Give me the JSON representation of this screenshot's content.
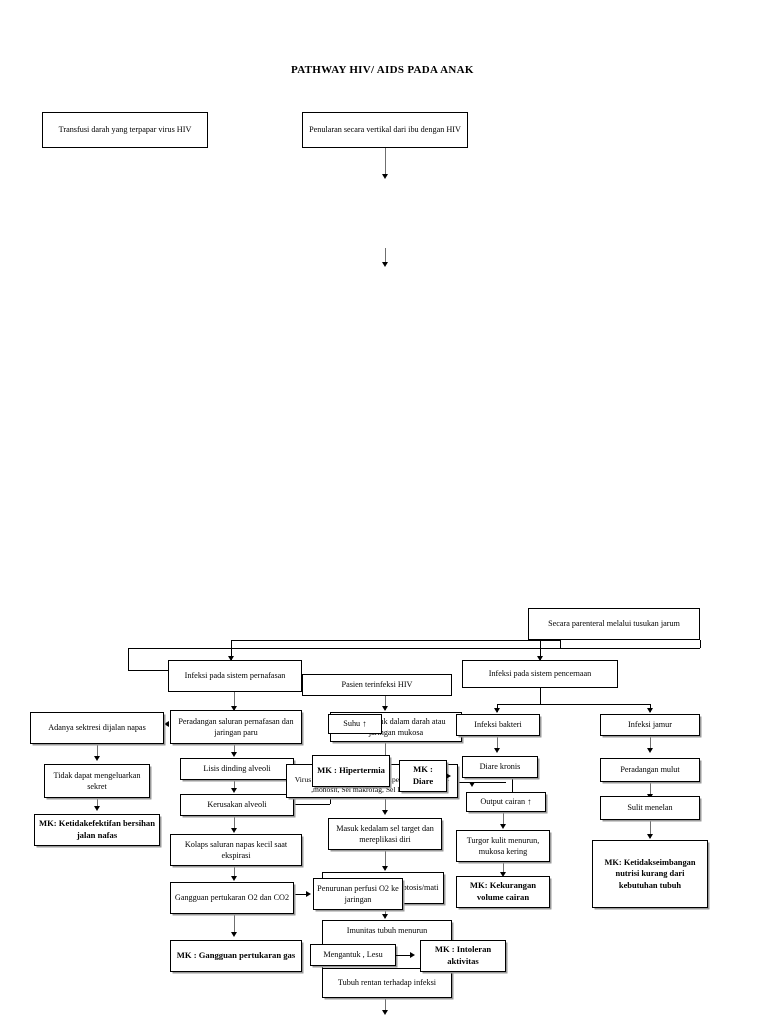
{
  "document": {
    "title": "PATHWAY HIV/ AIDS PADA ANAK"
  },
  "nodes": {
    "transfusi": "Transfusi darah yang terpapar virus HIV",
    "penularan_vertikal": "Penularan secara vertikal dari ibu dengan HIV",
    "parenteral": "Secara parenteral melalui tusukan jarum",
    "infeksi_pernafasan": "Infeksi pada sistem pernafasan",
    "pasien_terinfeksi": "Pasien terinfeksi HIV",
    "infeksi_pencernaan": "Infeksi pada sistem pencernaan",
    "sekresi_jalan_napas": "Adanya sektresi dijalan napas",
    "tidak_dapat_sekret": "Tidak dapat mengeluarkan sekret",
    "mk_bersihan_jalan_nafas": "MK: Ketidakefektifan bersihan jalan nafas",
    "peradangan_saluran": "Peradangan saluran pernafasan dan jaringan paru",
    "lisis_dinding_alveoli": "Lisis dinding alveoli",
    "kerusakan_alveoli": "Kerusakan alveoli",
    "kolaps_saluran": "Kolaps saluran napas kecil saat ekspirasi",
    "gangguan_pertukaran": "Gangguan pertukaran O2 dan CO2",
    "mk_gangguan_pertukaran_gas": "MK : Gangguan pertukaran gas",
    "virus_dalam_darah": "Virus masuk dalam darah atau jaringan mukosa",
    "suhu_naik": "Suhu",
    "suhu_naik_arrow": "↑",
    "virus_menyerang_sel": "Virus menyerang sel imunokompeten (Limfosit T4 ,monosit, Sel makrofag, Sel langerhans)",
    "mk_hipertermia": "MK : Hipertermia",
    "mk_diare": "MK : Diare",
    "infeksi_bakteri": "Infeksi bakteri",
    "diare_kronis": "Diare kronis",
    "output_cairan": "Output cairan",
    "output_cairan_arrow": "↑",
    "turgor_kulit": "Turgor kulit menurun, mukosa kering",
    "mk_kekurangan_volume": "MK: Kekurangan volume cairan",
    "infeksi_jamur": "Infeksi jamur",
    "peradangan_mulut": "Peradangan mulut",
    "sulit_menelan": "Sulit menelan",
    "mk_nutrisi": "MK: Ketidakseimbangan nutrisi kurang dari kebutuhan tubuh",
    "masuk_sel_target": "Masuk kedalam sel target dan mereplikasi diri",
    "sel_terinfeksi": "Sel yang terinfeksi apoptosis/mati",
    "penurunan_perfusi": "Penurunan perfusi O2 ke jaringan",
    "imunitas_menurun": "Imunitas tubuh menurun",
    "mengantuk_lesu": "Mengantuk , Lesu",
    "mk_intoleran": "MK : Intoleran aktivitas",
    "tubuh_rentan": "Tubuh rentan terhadap infeksi"
  },
  "style": {
    "line_color": "#6f6f6f",
    "border_color": "#000000",
    "background": "#ffffff"
  }
}
